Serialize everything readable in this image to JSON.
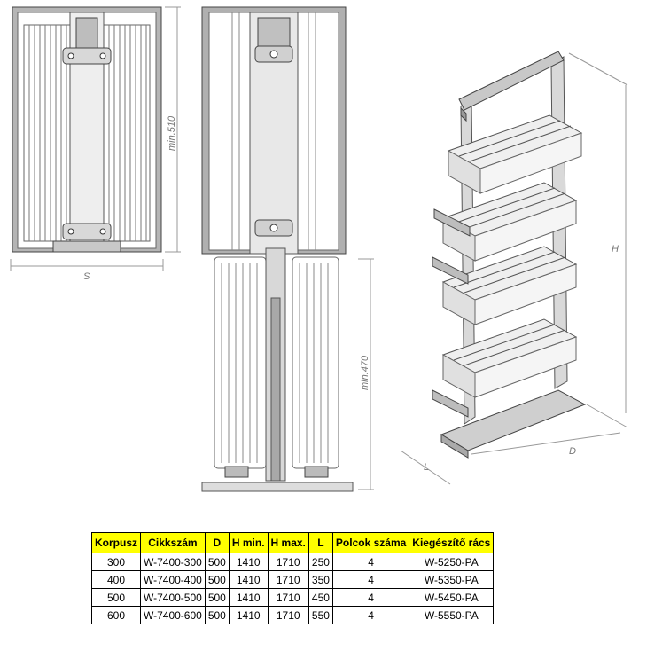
{
  "dimensions": {
    "s": "S",
    "min510": "min.510",
    "min470": "min.470",
    "h": "H",
    "d": "D",
    "l": "L"
  },
  "table": {
    "headers": [
      "Korpusz",
      "Cikkszám",
      "D",
      "H min.",
      "H max.",
      "L",
      "Polcok száma",
      "Kiegészítő rács"
    ],
    "rows": [
      [
        "300",
        "W-7400-300",
        "500",
        "1410",
        "1710",
        "250",
        "4",
        "W-5250-PA"
      ],
      [
        "400",
        "W-7400-400",
        "500",
        "1410",
        "1710",
        "350",
        "4",
        "W-5350-PA"
      ],
      [
        "500",
        "W-7400-500",
        "500",
        "1410",
        "1710",
        "450",
        "4",
        "W-5450-PA"
      ],
      [
        "600",
        "W-7400-600",
        "500",
        "1410",
        "1710",
        "550",
        "4",
        "W-5550-PA"
      ]
    ]
  }
}
